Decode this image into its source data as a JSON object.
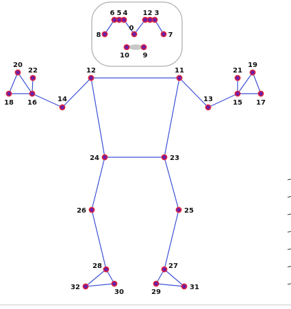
{
  "colors": {
    "bone": "#3a4fd6",
    "joint_fill": "#6a1fa8",
    "joint_ring": "#e0233c",
    "face_box_stroke": "#9a9a9a",
    "eye_lens": "#c8c8c8",
    "label": "#111111"
  },
  "landmarks": [
    {
      "id": "0",
      "label": "0"
    },
    {
      "id": "1",
      "label": "1"
    },
    {
      "id": "2",
      "label": "2"
    },
    {
      "id": "3",
      "label": "3"
    },
    {
      "id": "4",
      "label": "4"
    },
    {
      "id": "5",
      "label": "5"
    },
    {
      "id": "6",
      "label": "6"
    },
    {
      "id": "7",
      "label": "7"
    },
    {
      "id": "8",
      "label": "8"
    },
    {
      "id": "9",
      "label": "9"
    },
    {
      "id": "10",
      "label": "10"
    },
    {
      "id": "11",
      "label": "11"
    },
    {
      "id": "12",
      "label": "12"
    },
    {
      "id": "13",
      "label": "13"
    },
    {
      "id": "14",
      "label": "14"
    },
    {
      "id": "15",
      "label": "15"
    },
    {
      "id": "16",
      "label": "16"
    },
    {
      "id": "17",
      "label": "17"
    },
    {
      "id": "18",
      "label": "18"
    },
    {
      "id": "19",
      "label": "19"
    },
    {
      "id": "20",
      "label": "20"
    },
    {
      "id": "21",
      "label": "21"
    },
    {
      "id": "22",
      "label": "22"
    },
    {
      "id": "23",
      "label": "23"
    },
    {
      "id": "24",
      "label": "24"
    },
    {
      "id": "25",
      "label": "25"
    },
    {
      "id": "26",
      "label": "26"
    },
    {
      "id": "27",
      "label": "27"
    },
    {
      "id": "28",
      "label": "28"
    },
    {
      "id": "29",
      "label": "29"
    },
    {
      "id": "30",
      "label": "30"
    },
    {
      "id": "31",
      "label": "31"
    },
    {
      "id": "32",
      "label": "32"
    }
  ],
  "connections": [
    [
      "0",
      "4"
    ],
    [
      "4",
      "5"
    ],
    [
      "5",
      "6"
    ],
    [
      "6",
      "8"
    ],
    [
      "0",
      "1"
    ],
    [
      "1",
      "2"
    ],
    [
      "2",
      "3"
    ],
    [
      "3",
      "7"
    ],
    [
      "9",
      "10"
    ],
    [
      "11",
      "12"
    ],
    [
      "11",
      "23"
    ],
    [
      "12",
      "24"
    ],
    [
      "23",
      "24"
    ],
    [
      "11",
      "13"
    ],
    [
      "13",
      "15"
    ],
    [
      "15",
      "17"
    ],
    [
      "15",
      "19"
    ],
    [
      "15",
      "21"
    ],
    [
      "17",
      "19"
    ],
    [
      "12",
      "14"
    ],
    [
      "14",
      "16"
    ],
    [
      "16",
      "18"
    ],
    [
      "16",
      "20"
    ],
    [
      "16",
      "22"
    ],
    [
      "18",
      "20"
    ],
    [
      "23",
      "25"
    ],
    [
      "25",
      "27"
    ],
    [
      "27",
      "29"
    ],
    [
      "27",
      "31"
    ],
    [
      "29",
      "31"
    ],
    [
      "24",
      "26"
    ],
    [
      "26",
      "28"
    ],
    [
      "28",
      "30"
    ],
    [
      "28",
      "32"
    ],
    [
      "30",
      "32"
    ]
  ]
}
